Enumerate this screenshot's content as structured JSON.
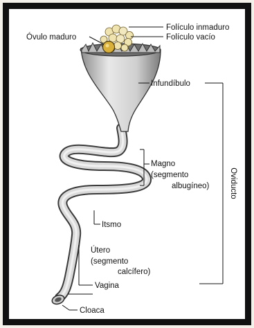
{
  "diagram": {
    "labels": {
      "foliculo_inmaduro": "Folículo inmaduro",
      "foliculo_vacio": "Folículo vacío",
      "ovulo_maduro": "Óvulo maduro",
      "infundibulo": "Infundíbulo",
      "magno_1": "Magno",
      "magno_2": "(segmento",
      "magno_3": "albugíneo)",
      "istmo": "Itsmo",
      "utero_1": "Útero",
      "utero_2": "(segmento",
      "utero_3": "calcífero)",
      "vagina": "Vagina",
      "cloaca": "Cloaca",
      "oviducto": "Oviducto"
    },
    "colors": {
      "frame": "#111111",
      "tube_outline": "#3a3a3a",
      "tube_fill": "#d9d9d9",
      "follicle_fill": "#efe3b0",
      "ovum_fill": "#d9b13a"
    }
  }
}
